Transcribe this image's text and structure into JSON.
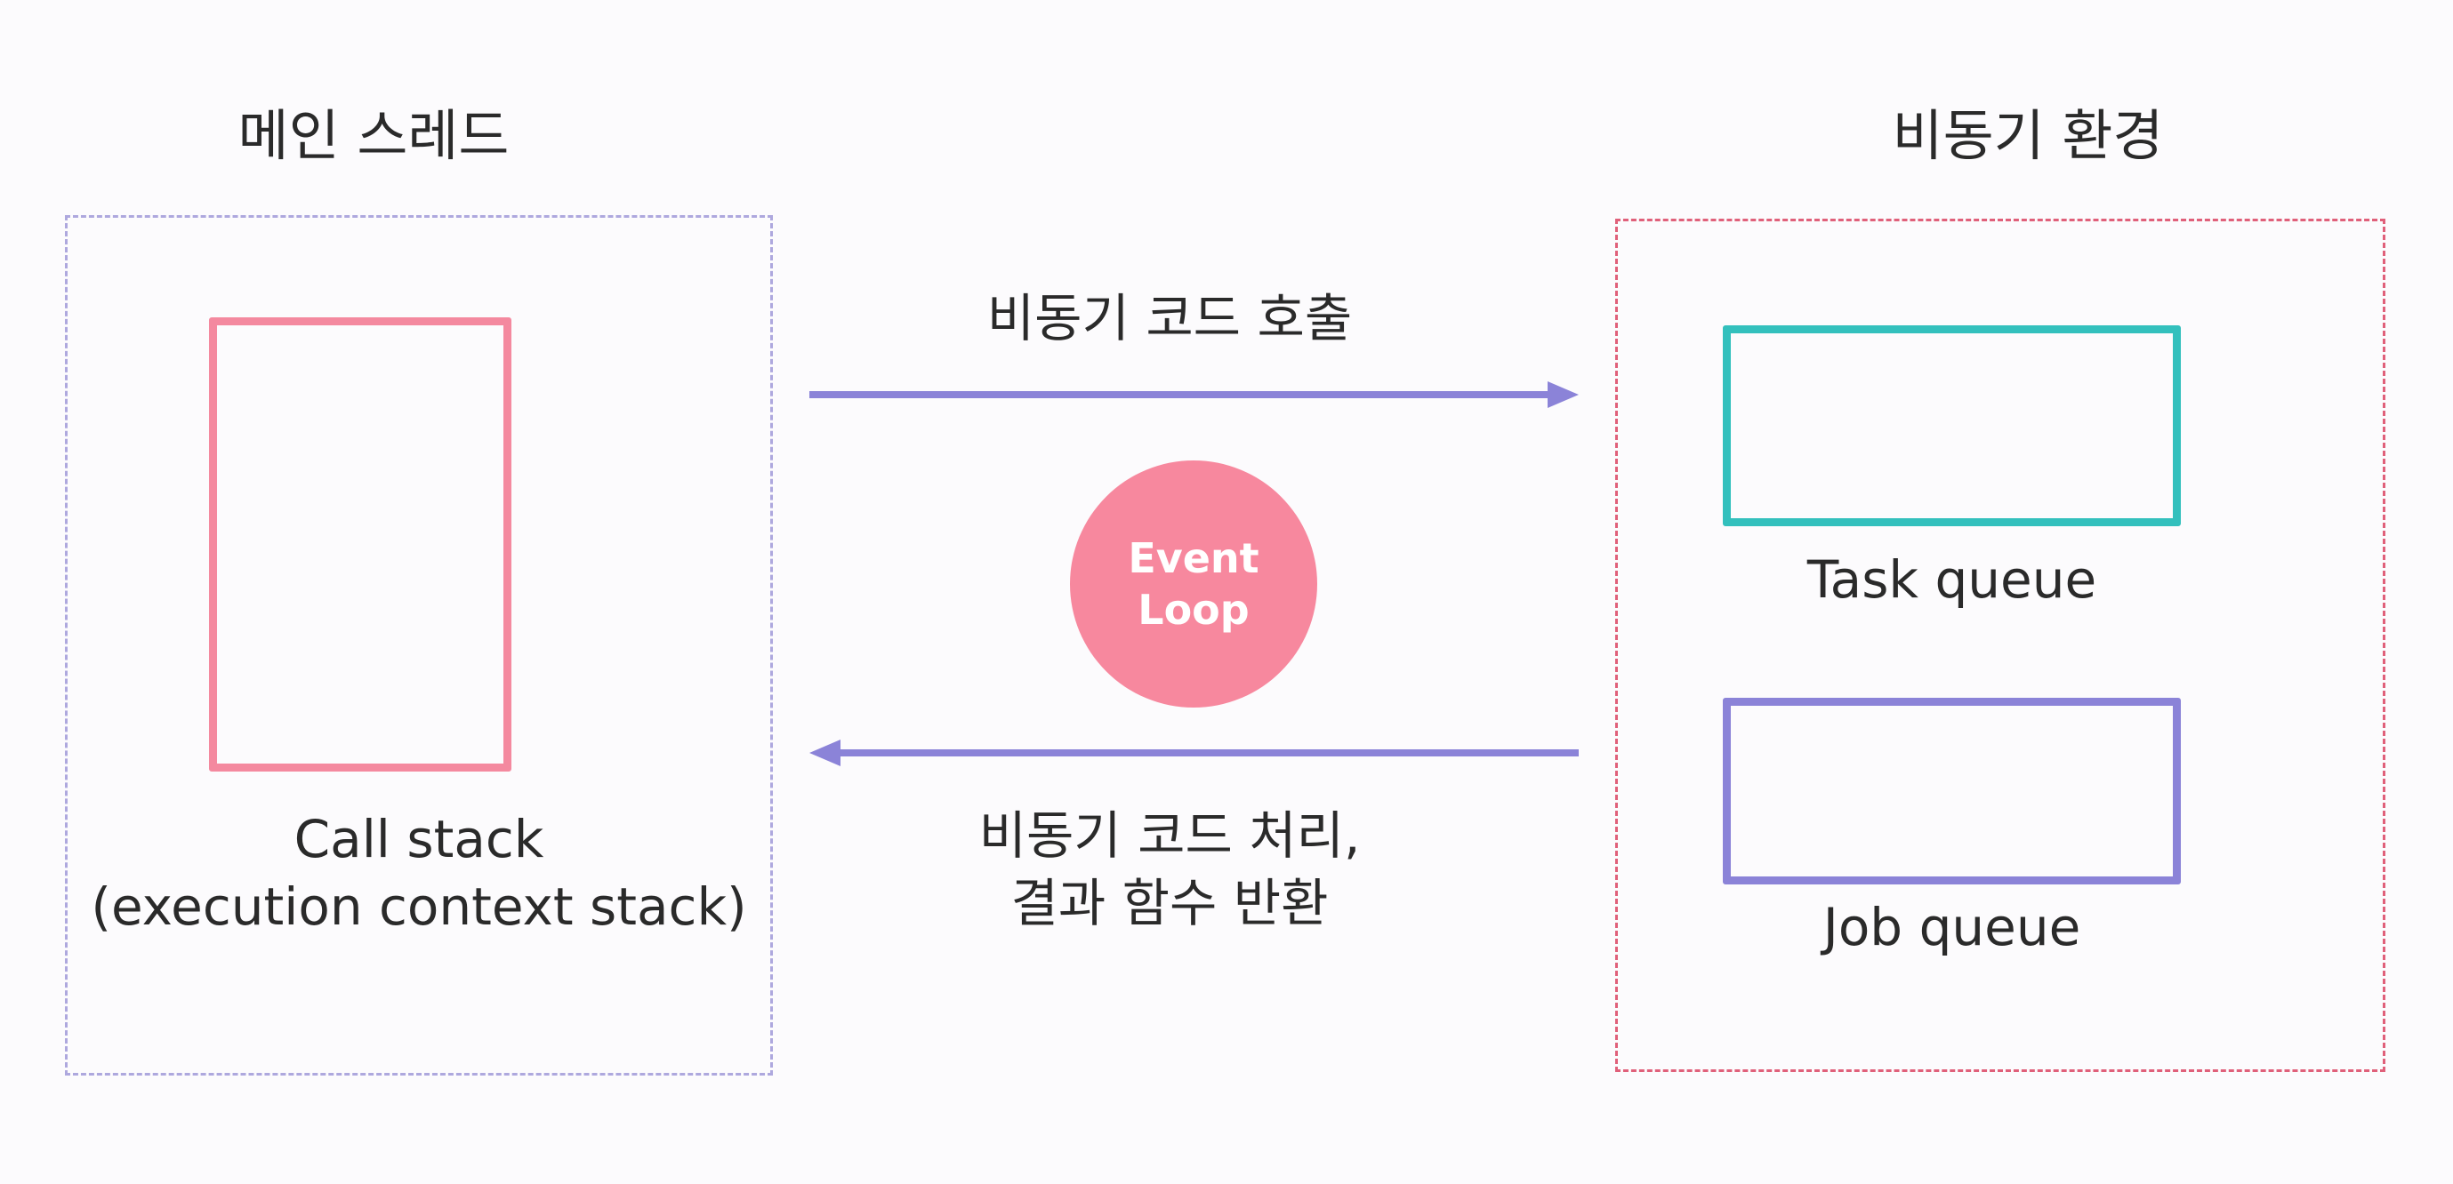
{
  "main_thread": {
    "title": "메인 스레드",
    "call_stack": {
      "label_line1": "Call stack",
      "label_line2": "(execution context stack)"
    }
  },
  "async_env": {
    "title": "비동기 환경",
    "task_queue": {
      "label": "Task queue"
    },
    "job_queue": {
      "label": "Job queue"
    }
  },
  "arrows": {
    "call": {
      "label": "비동기 코드 호출"
    },
    "return": {
      "label_line1": "비동기 코드 처리,",
      "label_line2": "결과 함수 반환"
    }
  },
  "event_loop": {
    "line1": "Event",
    "line2": "Loop"
  },
  "colors": {
    "background": "#fcfbfd",
    "main_box_border": "#aea8de",
    "async_box_border": "#e0607a",
    "call_stack": "#f4899f",
    "task_queue": "#33c0bd",
    "job_queue": "#8b83d8",
    "arrow": "#8b83d8",
    "event_loop": "#f7889e"
  }
}
